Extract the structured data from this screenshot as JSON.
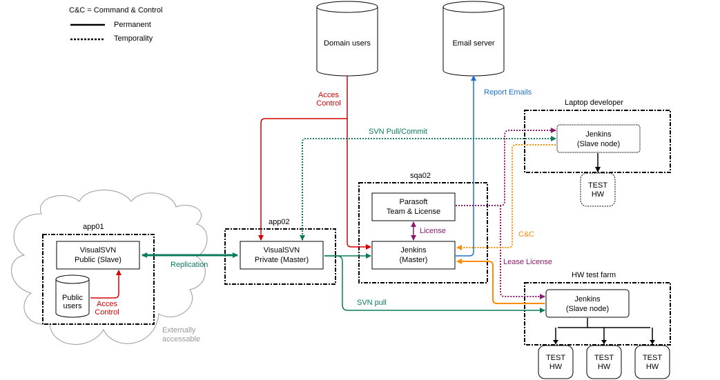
{
  "legend": {
    "title": "C&C = Command & Control",
    "permanent": "Permanent",
    "temporary": "Temporality"
  },
  "colors": {
    "red": "#d40000",
    "blue": "#1f6fd1",
    "green": "#0a7a5c",
    "orange": "#ff8c00",
    "purple": "#8a1a6b",
    "cloud": "#999999"
  },
  "nodes": {
    "domain_users": "Domain users",
    "email_server": "Email server",
    "public_users_line1": "Public",
    "public_users_line2": "users",
    "visualsvn_public_line1": "VisualSVN",
    "visualsvn_public_line2": "Public (Slave)",
    "visualsvn_private_line1": "VisualSVN",
    "visualsvn_private_line2": "Private (Master)",
    "parasoft_line1": "Parasoft",
    "parasoft_line2": "Team & License",
    "jenkins_master_line1": "Jenkins",
    "jenkins_master_line2": "(Master)",
    "jenkins_laptop_line1": "Jenkins",
    "jenkins_laptop_line2": "(Slave node)",
    "jenkins_farm_line1": "Jenkins",
    "jenkins_farm_line2": "(Slave node)",
    "test_hw_line1": "TEST",
    "test_hw_line2": "HW"
  },
  "groups": {
    "app01": "app01",
    "app02": "app02",
    "sqa02": "sqa02",
    "laptop": "Laptop developer",
    "farm": "HW test farm",
    "cloud_line1": "Externally",
    "cloud_line2": "accessable"
  },
  "edges": {
    "acces_control_top_line1": "Acces",
    "acces_control_top_line2": "Control",
    "acces_control_public_line1": "Acces",
    "acces_control_public_line2": "Control",
    "report_emails": "Report Emails",
    "svn_pull_commit": "SVN Pull/Commit",
    "replication": "Replication",
    "license": "License",
    "cc": "C&C",
    "lease_license": "Lease License",
    "svn_pull": "SVN pull"
  }
}
